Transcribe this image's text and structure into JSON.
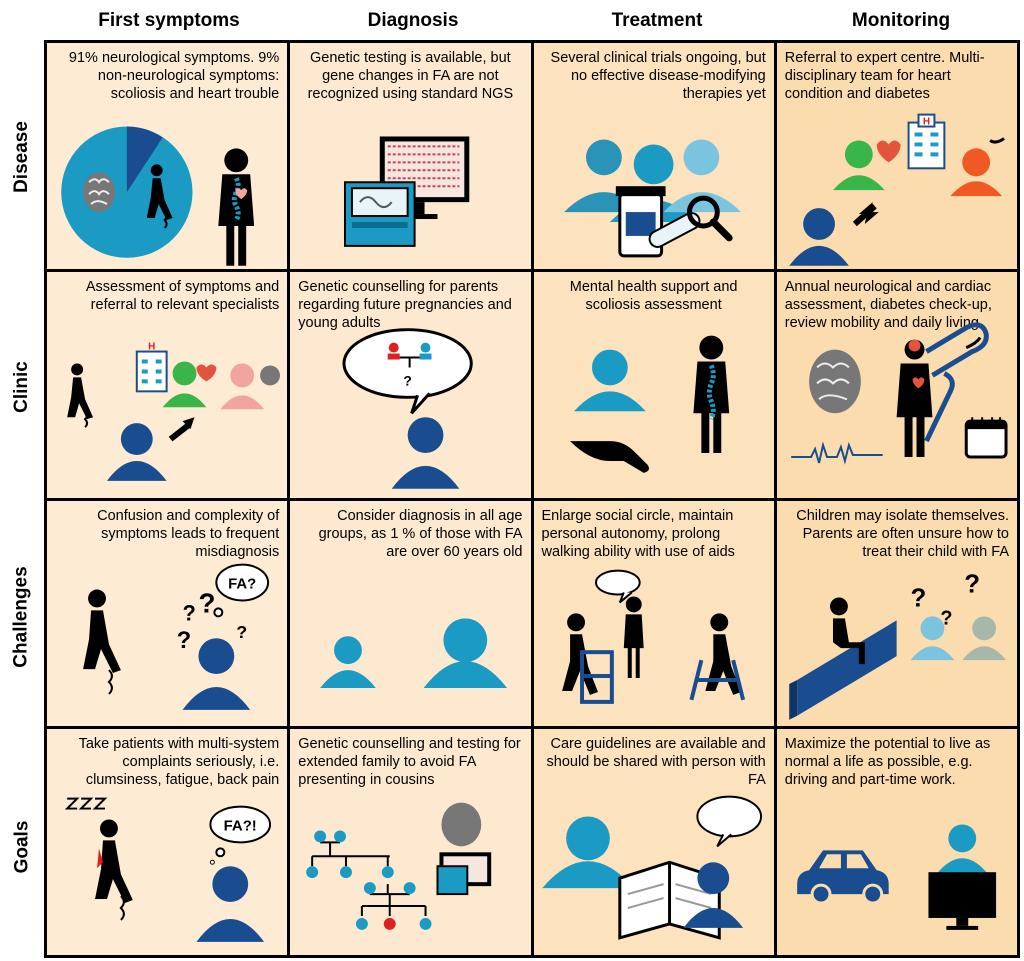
{
  "columns": [
    "First symptoms",
    "Diagnosis",
    "Treatment",
    "Monitoring"
  ],
  "rows": [
    "Disease",
    "Clinic",
    "Challenges",
    "Goals"
  ],
  "cells": [
    [
      "91% neurological symptoms. 9% non-neurological symptoms: scoliosis and heart trouble",
      "Genetic testing is available, but gene changes in FA are not recognized using standard NGS",
      "Several clinical trials ongoing, but no effective disease-modifying therapies yet",
      "Referral to expert centre. Multi-disciplinary team for heart condition and diabetes"
    ],
    [
      "Assessment of symptoms and referral to relevant specialists",
      "Genetic counselling for parents regarding future pregnancies and young adults",
      "Mental health support and scoliosis assessment",
      "Annual neurological and cardiac assessment, diabetes check-up, review mobility and daily living"
    ],
    [
      "Confusion and complexity of symptoms leads to frequent misdiagnosis",
      "Consider diagnosis in all age groups, as 1 % of those with FA are over 60 years old",
      "Enlarge social circle, maintain personal autonomy, prolong walking ability with use of aids",
      "Children may isolate themselves. Parents are often unsure how to treat their child with FA"
    ],
    [
      "Take patients with multi-system complaints seriously, i.e. clumsiness, fatigue, back pain",
      "Genetic counselling and testing for extended family to avoid FA presenting in cousins",
      "Care guidelines are available and should be shared with person with FA",
      "Maximize the potential to live as normal a life as possible, e.g. driving and part-time work."
    ]
  ],
  "bubbles": {
    "fa_question": "FA?",
    "fa_exclaim": "FA?!",
    "counselling_question": "?",
    "question_marks": [
      "?",
      "?",
      "?",
      "?"
    ]
  },
  "colors": {
    "navy": "#1a4d8f",
    "teal": "#1b9bc4",
    "light_blue": "#7bc4e0",
    "green": "#3ab54a",
    "orange": "#f05a22",
    "red": "#e02020",
    "pink": "#f2a5a0"
  }
}
